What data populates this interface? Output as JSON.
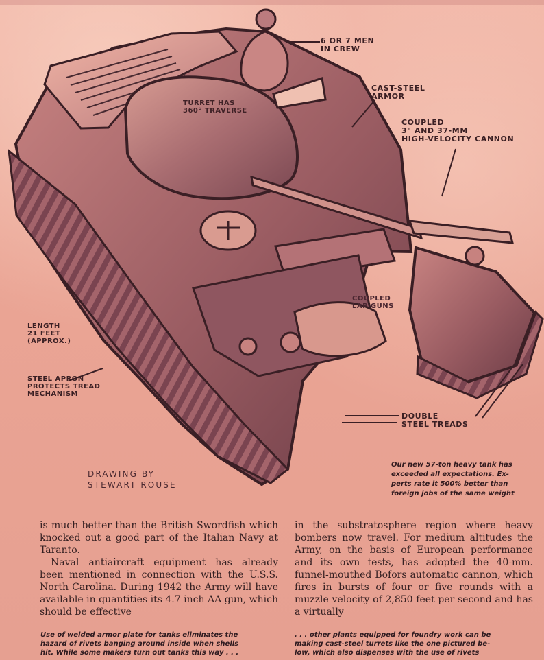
{
  "illustration": {
    "labels": {
      "crew": "6 OR 7 MEN\nIN CREW",
      "armor": "CAST-STEEL\nARMOR",
      "turret": "TURRET HAS\n360° TRAVERSE",
      "cannon": "COUPLED\n3\" AND 37-MM\nHIGH-VELOCITY CANNON",
      "length": "LENGTH\n21 FEET\n(APPROX.)",
      "apron": "STEEL APRON\nPROTECTS TREAD\nMECHANISM",
      "lap_guns": "COUPLED\nLAP GUNS",
      "treads": "DOUBLE\nSTEEL TREADS"
    },
    "credit": "DRAWING BY\nSTEWART ROUSE",
    "caption": "Our new 57-ton heavy tank has\nexceeded all expectations. Ex-\nperts rate it 500% better than\nforeign jobs of the same weight"
  },
  "article": {
    "left_paragraphs": [
      "is much better than the British Swordfish which knocked out a good part of the Italian Navy at Taranto.",
      "Naval antiaircraft equipment has already been mentioned in connection with the U.S.S. North Carolina. During 1942 the Army will have available in quantities its 4.7 inch AA gun, which should be effective"
    ],
    "right_paragraphs": [
      "in the substratosphere region where heavy bombers now travel. For medium altitudes the Army, on the basis of European performance and its own tests, has adopted the 40-mm. funnel-mouthed Bofors automatic cannon, which fires in bursts of four or five rounds with a muzzle velocity of 2,850 feet per second and has a virtually"
    ]
  },
  "bottom_captions": {
    "left": "Use of welded armor plate for tanks eliminates the\nhazard of rivets banging around inside when shells\nhit. While some makers turn out tanks this way . . .",
    "right": ". . . other plants equipped for foundry work can be\nmaking cast-steel turrets like the one pictured be-\nlow, which also dispenses with the use of rivets"
  }
}
